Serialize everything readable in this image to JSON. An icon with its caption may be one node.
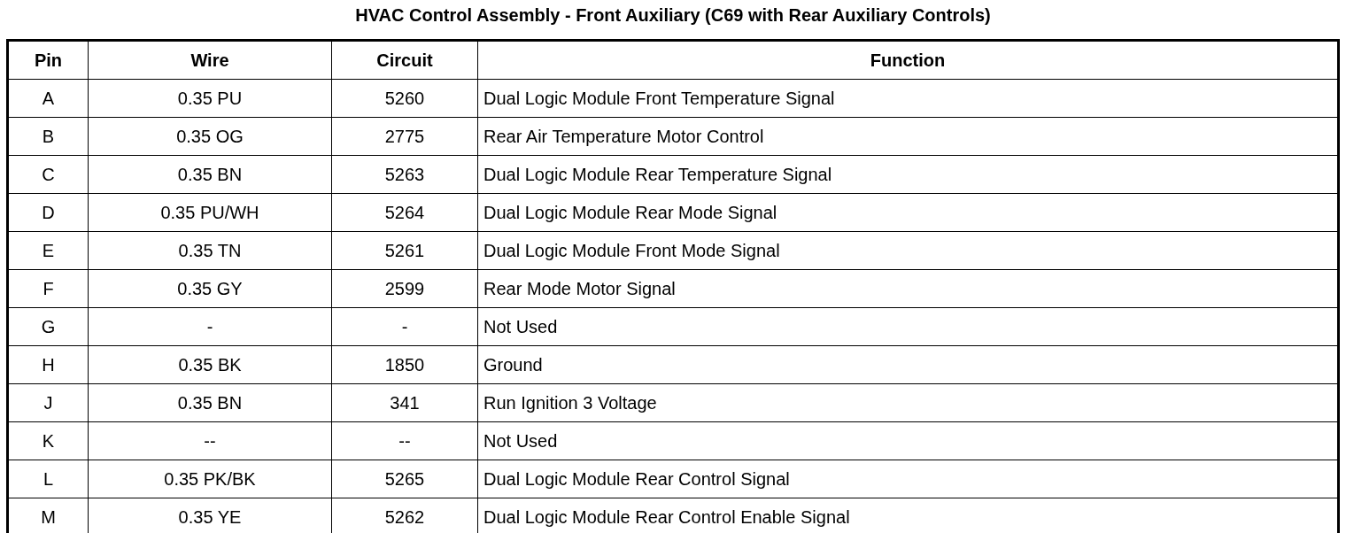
{
  "diagram": {
    "title": "HVAC Control Assembly - Front Auxiliary (C69 with Rear Auxiliary Controls)",
    "labels": [
      "Pin",
      "Wire",
      "Circuit",
      "Function",
      "A",
      "0.35 PU",
      "5260",
      "Dual Logic Module Front Temperature Signal",
      "B",
      "0.35 OG",
      "2775",
      "Rear Air Temperature Motor Control",
      "C",
      "0.35 BN",
      "5263",
      "Dual Logic Module Rear Temperature Signal",
      "D",
      "0.35 PU/WH",
      "5264",
      "Dual Logic Module Rear Mode Signal",
      "E",
      "0.35 TN",
      "5261",
      "Dual Logic Module Front Mode Signal",
      "F",
      "0.35 GY",
      "2599",
      "Rear Mode Motor Signal",
      "G",
      "-",
      "-",
      "Not Used",
      "H",
      "0.35 BK",
      "1850",
      "Ground",
      "J",
      "0.35 BN",
      "341",
      "Run Ignition 3 Voltage",
      "K",
      "--",
      "--",
      "Not Used",
      "L",
      "0.35 PK/BK",
      "5265",
      "Dual Logic Module Rear Control Signal",
      "M",
      "0.35 YE",
      "5262",
      "Dual Logic Module Rear Control Enable Signal"
    ]
  }
}
